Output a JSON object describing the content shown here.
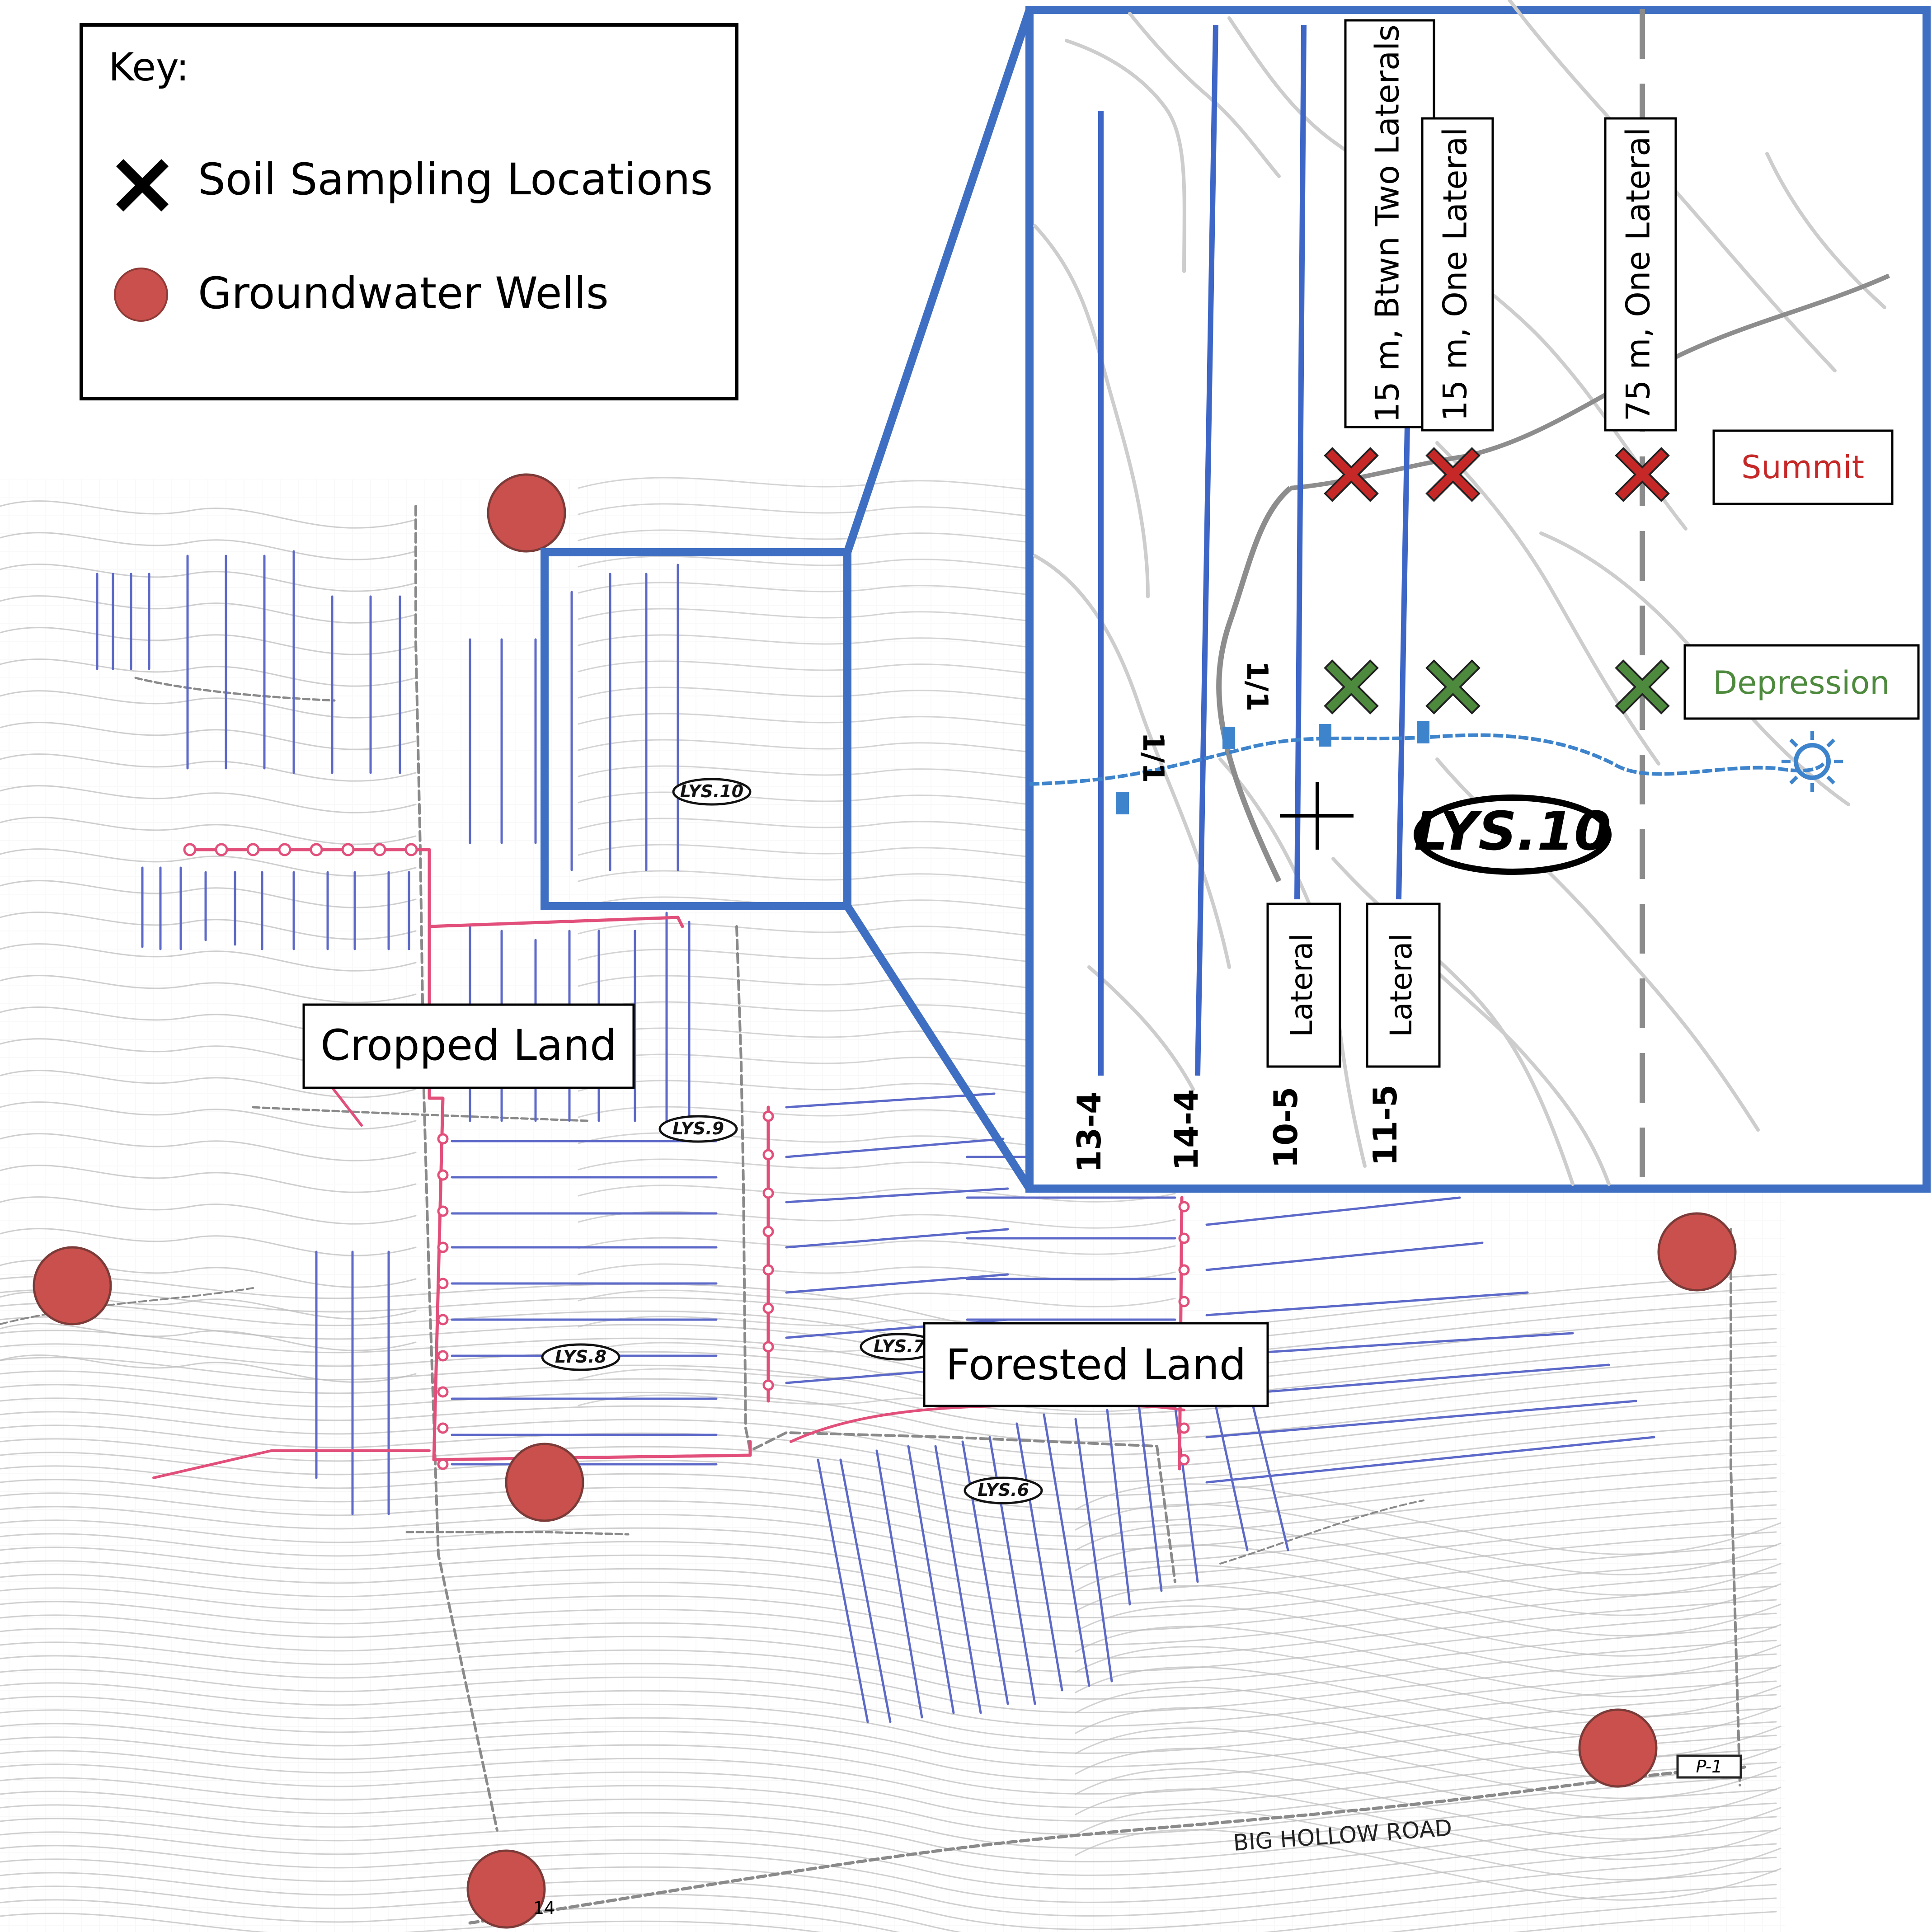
{
  "legend": {
    "title": "Key:",
    "items": [
      {
        "label": "Soil Sampling Locations",
        "icon": "x-mark-icon",
        "color": "#000000"
      },
      {
        "label": "Groundwater Wells",
        "icon": "circle-icon",
        "color": "#c9504c"
      }
    ]
  },
  "labels": {
    "cropped_land": "Cropped Land",
    "forested_land": "Forested Land",
    "big_hollow_road": "BIG HOLLOW ROAD",
    "p1": "P-1",
    "well_label_14": "14"
  },
  "inset": {
    "top_labels": [
      "15 m, Btwn Two Laterals",
      "15 m, One Lateral",
      "75 m, One Lateral"
    ],
    "summit_label": "Summit",
    "depression_label": "Depression",
    "lateral_labels": [
      "Lateral",
      "Lateral"
    ],
    "lysimeter_label": "LYS.10",
    "bottom_labels": [
      "13-4",
      "14-4",
      "10-5",
      "11-5"
    ],
    "upper_small_labels": [
      "1/1",
      "1/1"
    ],
    "summit_color": "#c62828",
    "depression_color": "#4e8a3e"
  },
  "map_tags": {
    "lys10": "LYS.10",
    "lys9": "LYS.9",
    "lys8": "LYS.8",
    "lys6": "LYS.6",
    "lys7": "LYS.7"
  },
  "colors": {
    "accent_blue": "#3f6fc3",
    "well_fill": "#c9504c",
    "lateral_blue": "#5c69c8",
    "pink_pipe": "#e14f7a",
    "summit_red": "#c62828",
    "depression_green": "#4e8a3e"
  }
}
